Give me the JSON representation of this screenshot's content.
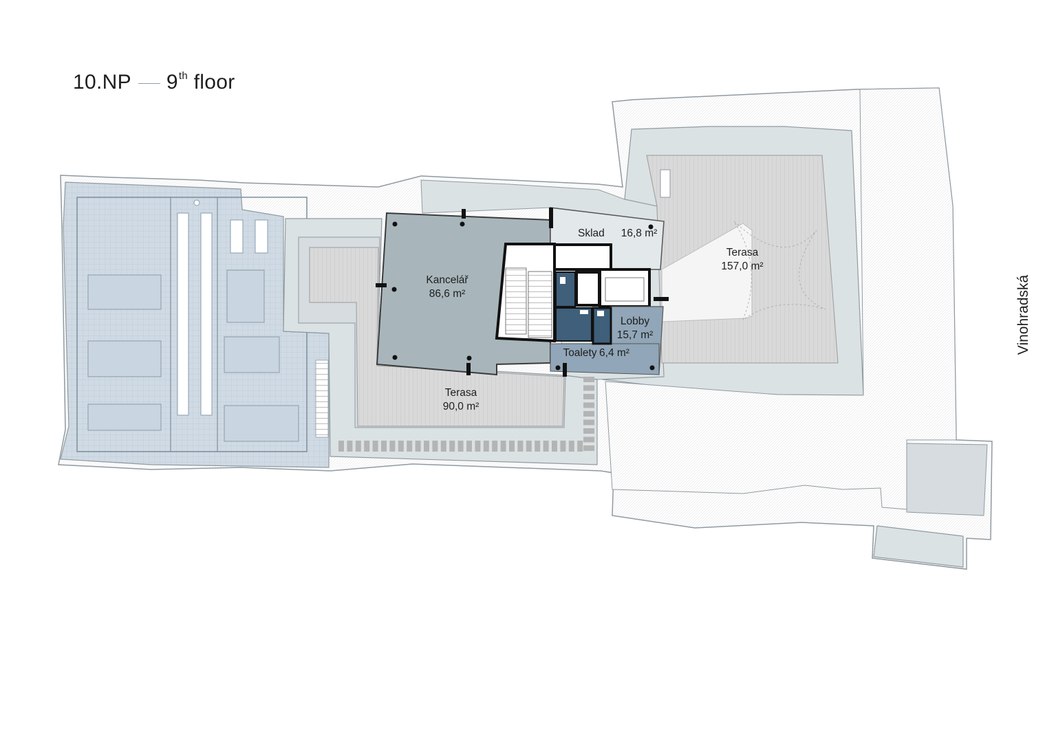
{
  "title": {
    "floor_code": "10.NP",
    "floor_number": "9",
    "floor_suffix": "th",
    "floor_word": "floor"
  },
  "street_label": "Vinohradská",
  "rooms": [
    {
      "name": "Kancelář",
      "area": "86,6 m²"
    },
    {
      "name": "Sklad",
      "area": "16,8 m²"
    },
    {
      "name": "Terasa",
      "area": "157,0 m²"
    },
    {
      "name": "Lobby",
      "area": "15,7 m²"
    },
    {
      "name": "Toalety",
      "area": "6,4 m²"
    },
    {
      "name": "Terasa",
      "area": "90,0 m²"
    }
  ],
  "colors": {
    "office": "#a8b6bb",
    "storage": "#e3e8ea",
    "lobby": "#91a6b8",
    "toilets": "#3f5f7a",
    "terrace_roof": "#dedede",
    "roof_band": "#dbe2e4",
    "solar_roof": "#ccd8e3",
    "walls": "#111111",
    "outline": "#8f9aa0"
  }
}
